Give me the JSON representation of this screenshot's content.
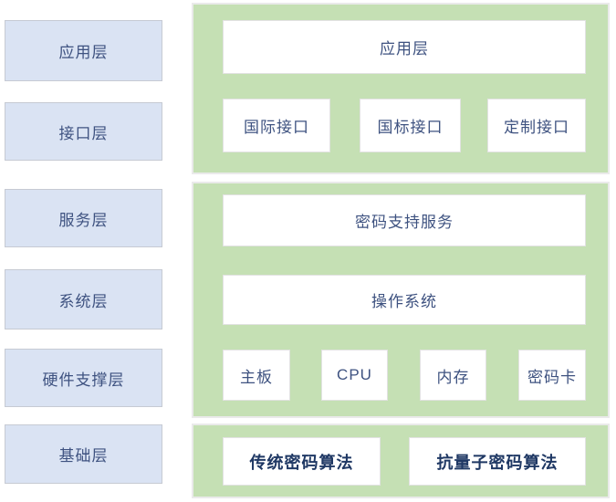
{
  "left_layers": [
    "应用层",
    "接口层",
    "服务层",
    "系统层",
    "硬件支撑层",
    "基础层"
  ],
  "panel_top": {
    "app_box": "应用层",
    "interface_boxes": [
      "国际接口",
      "国标接口",
      "定制接口"
    ]
  },
  "panel_middle": {
    "service_box": "密码支持服务",
    "os_box": "操作系统",
    "hardware_boxes": [
      "主板",
      "CPU",
      "内存",
      "密码卡"
    ]
  },
  "panel_bottom": {
    "algorithm_boxes": [
      "传统密码算法",
      "抗量子密码算法"
    ]
  },
  "colors": {
    "panel_green": "#c5e0b4",
    "layer_blue": "#dae3f3",
    "layer_border": "#c6cad3",
    "white_box_border": "#e2e2e2",
    "text_navy": "#3e5280",
    "text_bold_navy": "#1f3864"
  }
}
